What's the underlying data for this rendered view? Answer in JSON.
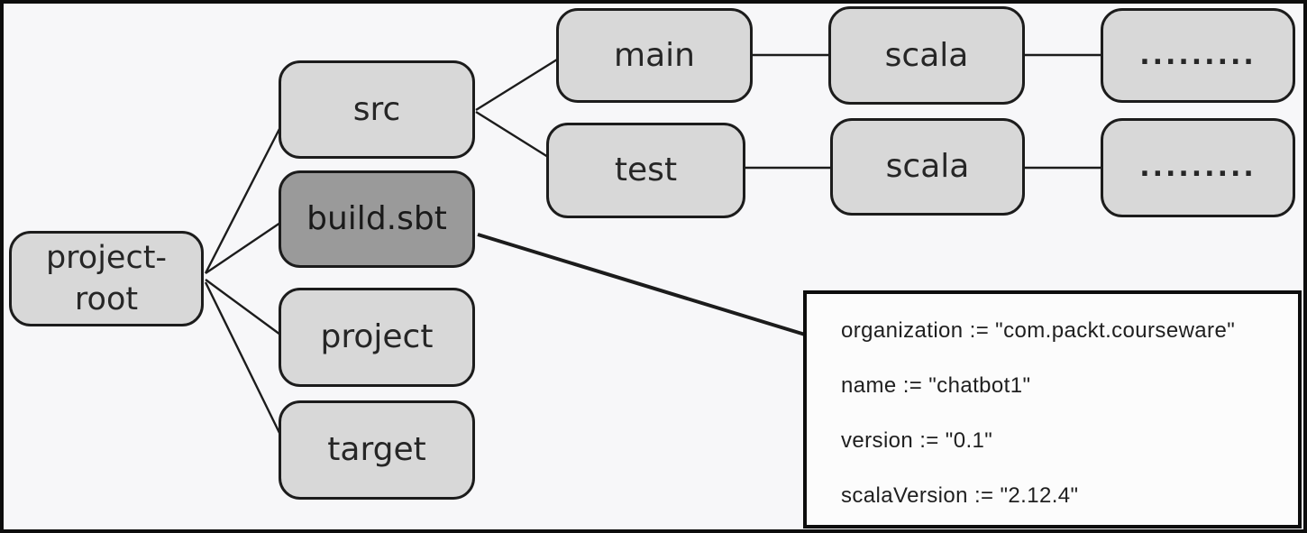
{
  "colors": {
    "background": "#f7f7f9",
    "node_fill": "#d8d8d8",
    "highlight_fill": "#9a9a9a",
    "border": "#1c1c1c",
    "code_box_fill": "#fcfcfc",
    "text": "#262626"
  },
  "diagram": {
    "nodes": {
      "project_root": "project-root",
      "src": "src",
      "build_sbt": "build.sbt",
      "project": "project",
      "target": "target",
      "main": "main",
      "test": "test",
      "scala_main": "scala",
      "scala_test": "scala",
      "dots_main": ".........",
      "dots_test": "........."
    },
    "code_box": {
      "lines": [
        "organization := \"com.packt.courseware\"",
        "name := \"chatbot1\"",
        "version := \"0.1\"",
        "scalaVersion := \"2.12.4\""
      ]
    }
  }
}
